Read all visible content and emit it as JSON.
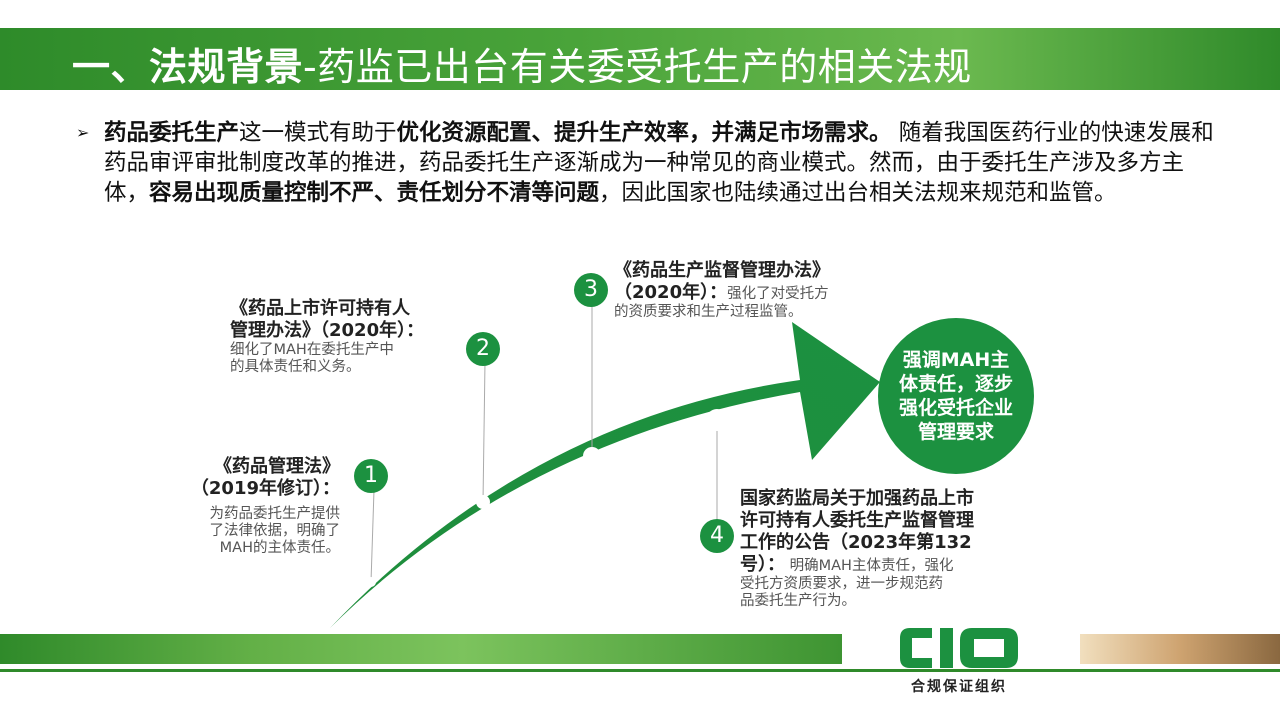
{
  "title": {
    "bold": "一、法规背景",
    "rest": "-药监已出台有关委受托生产的相关法规"
  },
  "intro": {
    "bullet": "➢",
    "p1_bold": "药品委托生产",
    "p1_text": "这一模式有助于",
    "p1_bold2": "优化资源配置、提升生产效率，并满足市场需求。",
    "p2_text": " 随着我国医药行业的快速发展和药品审评审批制度改革的推进，药品委托生产逐渐成为一种常见的商业模式。然而，由于委托生产涉及多方主体，",
    "p2_bold": "容易出现质量控制不严、责任划分不清等问题",
    "p3_text": "，因此国家也陆续通过出台相关法规来规范和监管。"
  },
  "milestones": [
    {
      "num": "1",
      "title_lines": [
        "《药品管理法》",
        "（2019年修订）："
      ],
      "desc_lines": [
        "为药品委托生产提供",
        "了法律依据，明确了",
        "MAH的主体责任。"
      ]
    },
    {
      "num": "2",
      "title_lines": [
        "《药品上市许可持有人",
        "管理办法》（2020年）："
      ],
      "desc_lines": [
        "细化了MAH在委托生产中",
        "的具体责任和义务。"
      ]
    },
    {
      "num": "3",
      "title_lines": [
        "《药品生产监督管理办法》",
        "（2020年）："
      ],
      "title_suffix": "强化了对受托方",
      "desc_lines": [
        "的资质要求和生产过程监管。"
      ]
    },
    {
      "num": "4",
      "title_lines": [
        "国家药监局关于加强药品上市",
        "许可持有人委托生产监督管理",
        "工作的公告（2023年第132",
        "号）："
      ],
      "title_suffix": "明确MAH主体责任，强化",
      "desc_lines": [
        "受托方资质要求，进一步规范药",
        "品委托生产行为。"
      ]
    }
  ],
  "goal": {
    "lines": [
      "强调MAH主",
      "体责任，逐步",
      "强化受托企业",
      "管理要求"
    ]
  },
  "logo": {
    "mark": "CIO",
    "subtitle": "合规保证组织"
  },
  "colors": {
    "brand_green": "#1c9140",
    "title_green": "#3d9c34",
    "gold": "#cea370"
  }
}
